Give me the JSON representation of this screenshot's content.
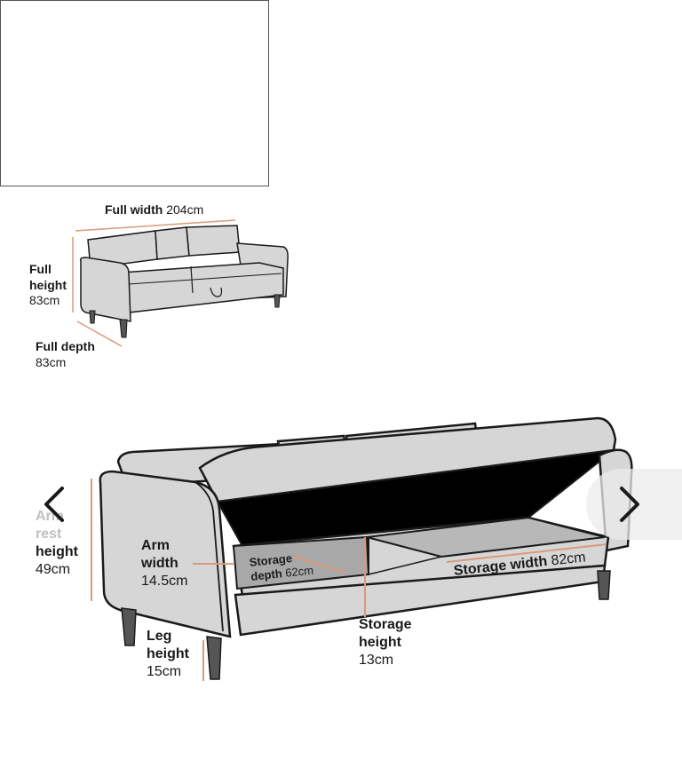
{
  "overview": {
    "full_width": {
      "label": "Full width",
      "value": "204cm"
    },
    "full_height": {
      "label_1": "Full",
      "label_2": "height",
      "value": "83cm"
    },
    "full_depth": {
      "label": "Full depth",
      "value": "83cm"
    }
  },
  "detail": {
    "arm_rest": {
      "label_1": "Arm",
      "label_2": "rest",
      "label_3": "height",
      "value": "49cm"
    },
    "arm_width": {
      "label_1": "Arm",
      "label_2": "width",
      "value": "14.5cm"
    },
    "storage_depth": {
      "label_1": "Storage",
      "label_2": "depth",
      "value": "62cm"
    },
    "storage_width": {
      "label": "Storage width",
      "value": "82cm"
    },
    "storage_height": {
      "label_1": "Storage",
      "label_2": "height",
      "value": "13cm"
    },
    "leg_height": {
      "label_1": "Leg",
      "label_2": "height",
      "value": "15cm"
    }
  },
  "navigation": {
    "prev_icon": "chevron-left-icon",
    "next_icon": "chevron-right-icon"
  },
  "colors": {
    "sofa_fill": "#d6d6d6",
    "outline": "#1a1a1a",
    "dimension_line": "#d99a7a",
    "interior": "#000000"
  }
}
